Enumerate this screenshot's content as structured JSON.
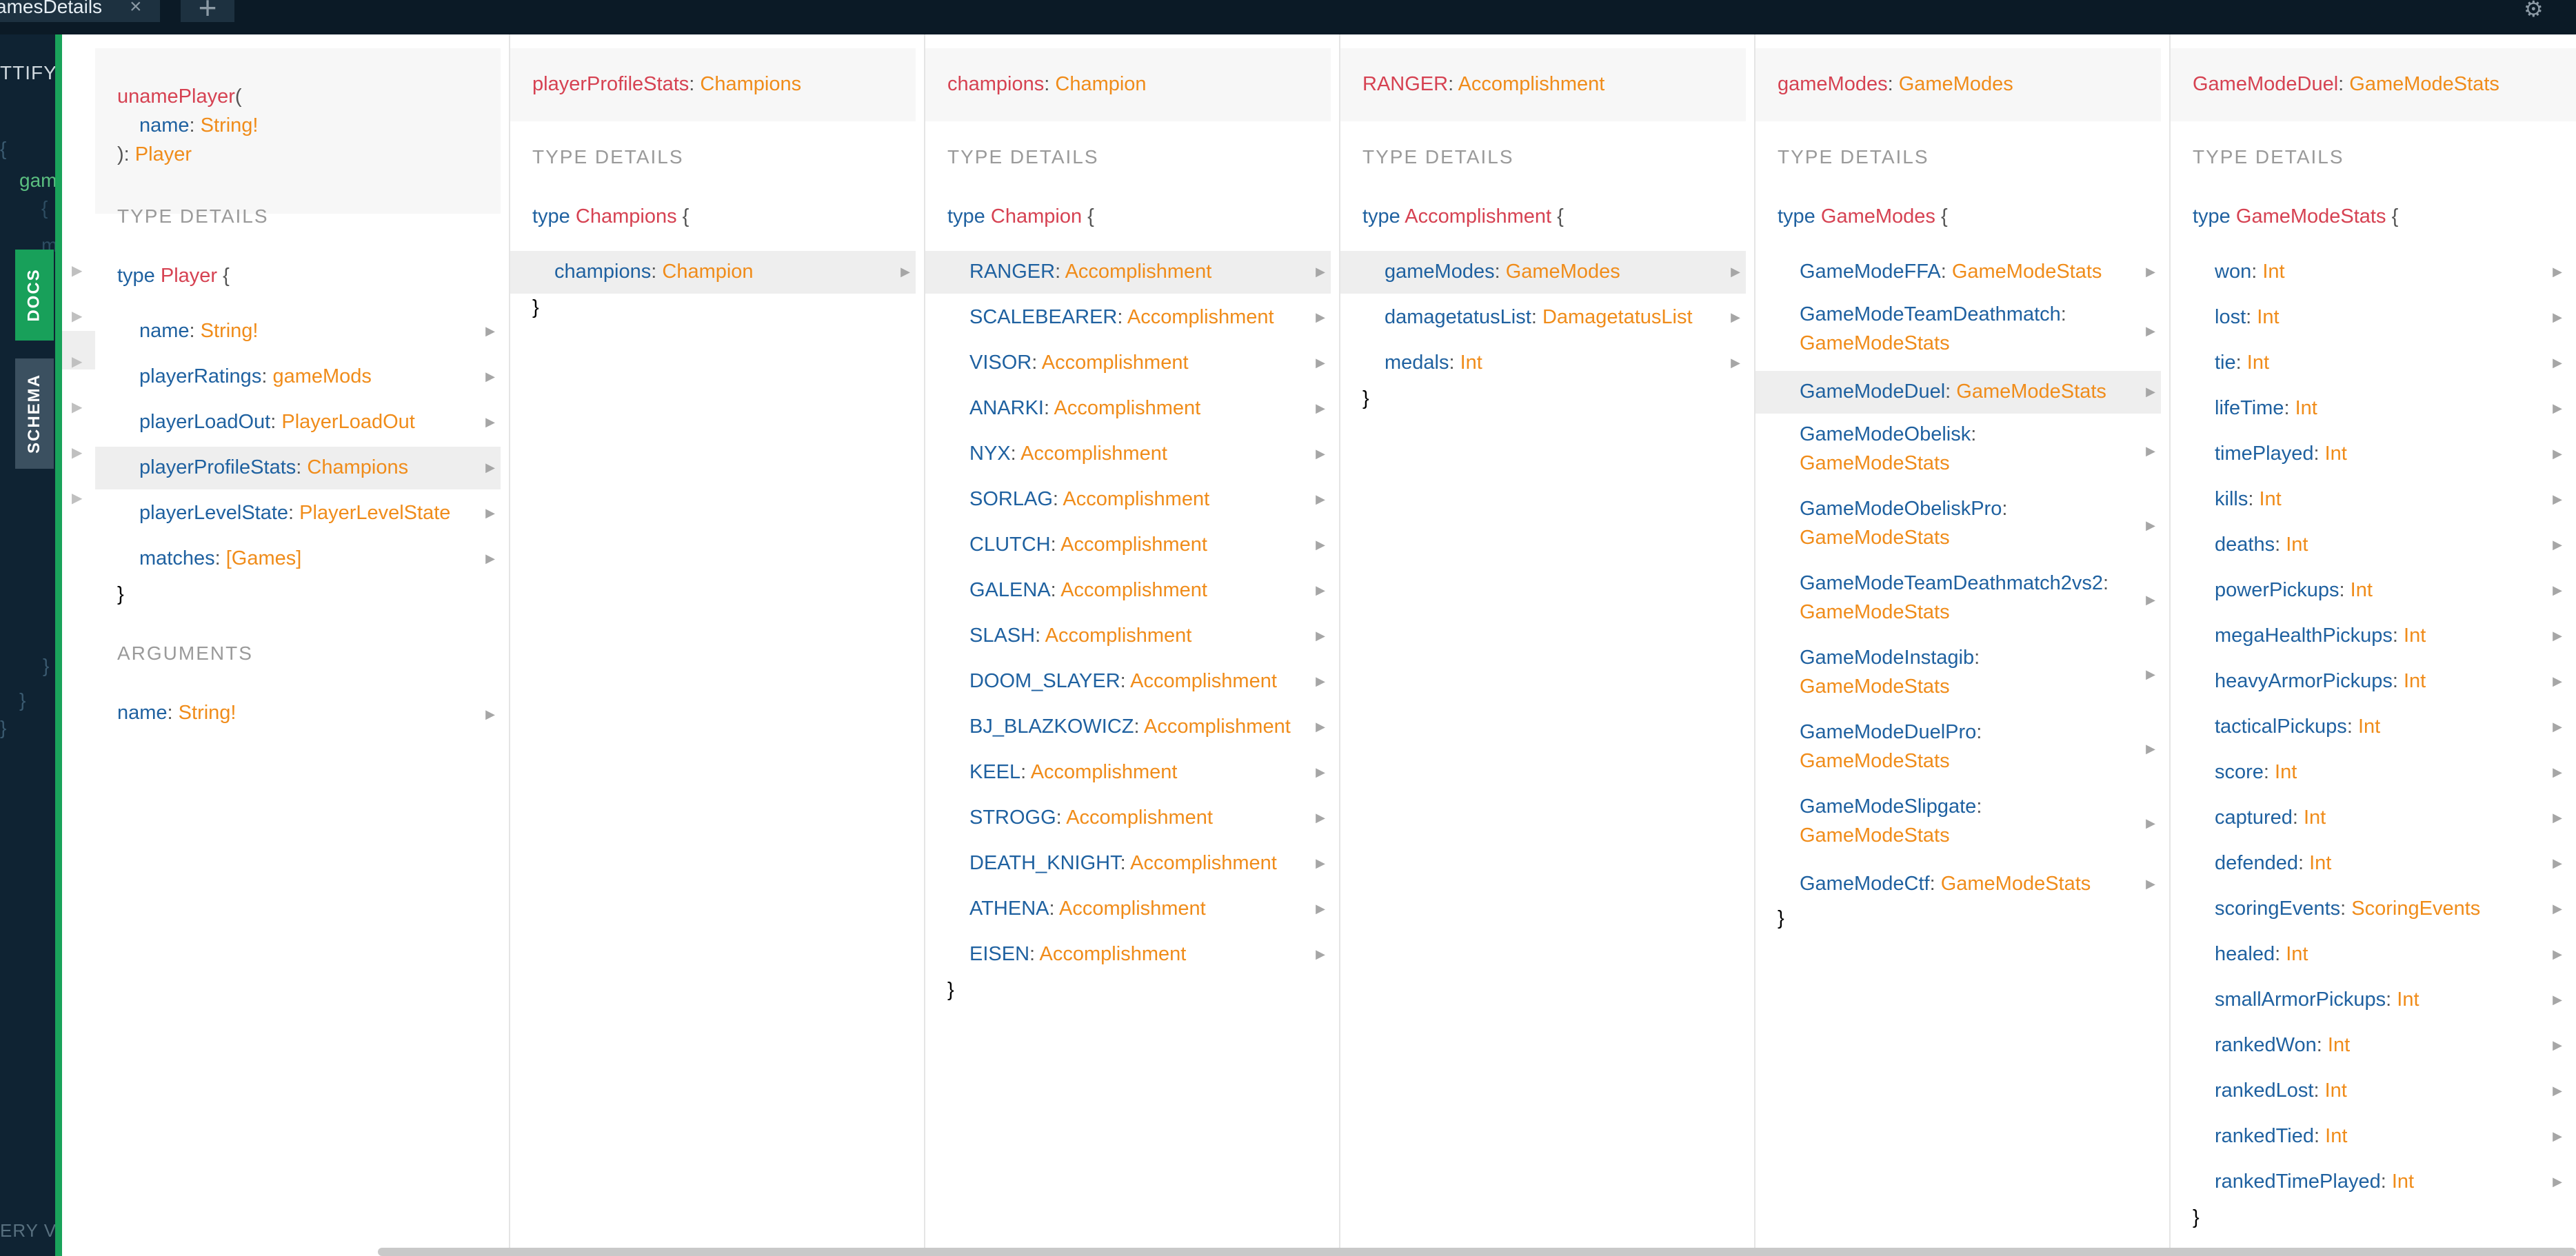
{
  "topbar": {
    "tab_label": "amesDetails",
    "close_glyph": "×",
    "newtab_glyph": "+",
    "settings_icon": "gear-icon"
  },
  "editor": {
    "prettify_label": "TTIFY",
    "code_fragment": "gam",
    "code_fragment2": "{",
    "code_fragment3": "m",
    "query_variables_label": "ERY VA",
    "brace_open": "{",
    "brace_close": "}",
    "brace_close2": "}",
    "brace_last": "}"
  },
  "sidebar_tabs": {
    "docs": "DOCS",
    "schema": "SCHEMA"
  },
  "pane1": {
    "query_name": "unamePlayer",
    "query_open": "(",
    "arg_name": "name",
    "arg_type": "String!",
    "close_paren": "): ",
    "return_type": "Player",
    "type_details_label": "TYPE DETAILS",
    "type_keyword": "type",
    "type_name": "Player",
    "open_brace": "{",
    "close_brace": "}",
    "fields": [
      {
        "name": "name",
        "type": "String!"
      },
      {
        "name": "playerRatings",
        "type": "gameMods"
      },
      {
        "name": "playerLoadOut",
        "type": "PlayerLoadOut"
      },
      {
        "name": "playerProfileStats",
        "type": "Champions"
      },
      {
        "name": "playerLevelState",
        "type": "PlayerLevelState"
      },
      {
        "name": "matches",
        "type": "[Games]"
      }
    ],
    "arguments_label": "ARGUMENTS",
    "argument": {
      "name": "name",
      "type": "String!"
    }
  },
  "pane2": {
    "title_name": "playerProfileStats",
    "title_type": "Champions",
    "type_details_label": "TYPE DETAILS",
    "type_keyword": "type",
    "type_name": "Champions",
    "open_brace": "{",
    "close_brace": "}",
    "fields": [
      {
        "name": "champions",
        "type": "Champion"
      }
    ]
  },
  "pane3": {
    "title_name": "champions",
    "title_type": "Champion",
    "type_details_label": "TYPE DETAILS",
    "type_keyword": "type",
    "type_name": "Champion",
    "open_brace": "{",
    "close_brace": "}",
    "fields": [
      {
        "name": "RANGER",
        "type": "Accomplishment"
      },
      {
        "name": "SCALEBEARER",
        "type": "Accomplishment"
      },
      {
        "name": "VISOR",
        "type": "Accomplishment"
      },
      {
        "name": "ANARKI",
        "type": "Accomplishment"
      },
      {
        "name": "NYX",
        "type": "Accomplishment"
      },
      {
        "name": "SORLAG",
        "type": "Accomplishment"
      },
      {
        "name": "CLUTCH",
        "type": "Accomplishment"
      },
      {
        "name": "GALENA",
        "type": "Accomplishment"
      },
      {
        "name": "SLASH",
        "type": "Accomplishment"
      },
      {
        "name": "DOOM_SLAYER",
        "type": "Accomplishment"
      },
      {
        "name": "BJ_BLAZKOWICZ",
        "type": "Accomplishment"
      },
      {
        "name": "KEEL",
        "type": "Accomplishment"
      },
      {
        "name": "STROGG",
        "type": "Accomplishment"
      },
      {
        "name": "DEATH_KNIGHT",
        "type": "Accomplishment"
      },
      {
        "name": "ATHENA",
        "type": "Accomplishment"
      },
      {
        "name": "EISEN",
        "type": "Accomplishment"
      }
    ]
  },
  "pane4": {
    "title_name": "RANGER",
    "title_type": "Accomplishment",
    "type_details_label": "TYPE DETAILS",
    "type_keyword": "type",
    "type_name": "Accomplishment",
    "open_brace": "{",
    "close_brace": "}",
    "fields": [
      {
        "name": "gameModes",
        "type": "GameModes"
      },
      {
        "name": "damagetatusList",
        "type": "DamagetatusList"
      },
      {
        "name": "medals",
        "type": "Int"
      }
    ]
  },
  "pane5": {
    "title_name": "gameModes",
    "title_type": "GameModes",
    "type_details_label": "TYPE DETAILS",
    "type_keyword": "type",
    "type_name": "GameModes",
    "open_brace": "{",
    "close_brace": "}",
    "fields": [
      {
        "name": "GameModeFFA",
        "type": "GameModeStats"
      },
      {
        "name": "GameModeTeamDeathmatch",
        "type": "GameModeStats"
      },
      {
        "name": "GameModeDuel",
        "type": "GameModeStats"
      },
      {
        "name": "GameModeObelisk",
        "type": "GameModeStats"
      },
      {
        "name": "GameModeObeliskPro",
        "type": "GameModeStats"
      },
      {
        "name": "GameModeTeamDeathmatch2vs2",
        "type": "GameModeStats"
      },
      {
        "name": "GameModeInstagib",
        "type": "GameModeStats"
      },
      {
        "name": "GameModeDuelPro",
        "type": "GameModeStats"
      },
      {
        "name": "GameModeSlipgate",
        "type": "GameModeStats"
      },
      {
        "name": "GameModeCtf",
        "type": "GameModeStats"
      }
    ]
  },
  "pane6": {
    "title_name": "GameModeDuel",
    "title_type": "GameModeStats",
    "type_details_label": "TYPE DETAILS",
    "type_keyword": "type",
    "type_name": "GameModeStats",
    "open_brace": "{",
    "close_brace": "}",
    "fields": [
      {
        "name": "won",
        "type": "Int"
      },
      {
        "name": "lost",
        "type": "Int"
      },
      {
        "name": "tie",
        "type": "Int"
      },
      {
        "name": "lifeTime",
        "type": "Int"
      },
      {
        "name": "timePlayed",
        "type": "Int"
      },
      {
        "name": "kills",
        "type": "Int"
      },
      {
        "name": "deaths",
        "type": "Int"
      },
      {
        "name": "powerPickups",
        "type": "Int"
      },
      {
        "name": "megaHealthPickups",
        "type": "Int"
      },
      {
        "name": "heavyArmorPickups",
        "type": "Int"
      },
      {
        "name": "tacticalPickups",
        "type": "Int"
      },
      {
        "name": "score",
        "type": "Int"
      },
      {
        "name": "captured",
        "type": "Int"
      },
      {
        "name": "defended",
        "type": "Int"
      },
      {
        "name": "scoringEvents",
        "type": "ScoringEvents"
      },
      {
        "name": "healed",
        "type": "Int"
      },
      {
        "name": "smallArmorPickups",
        "type": "Int"
      },
      {
        "name": "rankedWon",
        "type": "Int"
      },
      {
        "name": "rankedLost",
        "type": "Int"
      },
      {
        "name": "rankedTied",
        "type": "Int"
      },
      {
        "name": "rankedTimePlayed",
        "type": "Int"
      }
    ]
  },
  "glyphs": {
    "arrow": "▶",
    "colon": ": "
  },
  "colors": {
    "type_name_red": "#d64252",
    "type_orange": "#f08c1a",
    "field_blue": "#1f61a0",
    "docs_green": "#1aa35b"
  }
}
